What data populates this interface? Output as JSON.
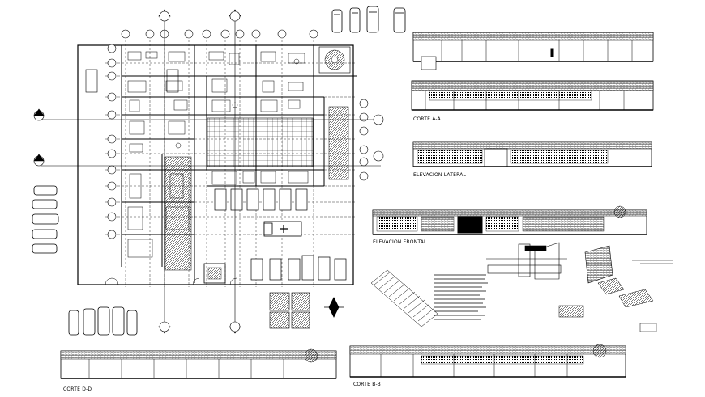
{
  "sheet": {
    "labels": {
      "corte_aa": "CORTE A-A",
      "elevacion_lateral": "ELEVACION LATERAL",
      "elevacion_frontal": "ELEVACION FRONTAL",
      "corte_dd": "CORTE D-D",
      "corte_bb": "CORTE B-B"
    },
    "colors": {
      "ink": "#000000",
      "paper": "#ffffff"
    }
  },
  "plan": {
    "name": "floor-plan",
    "parking_block": "vehicle-parking",
    "ambulance_icon": "ambulance-icon"
  },
  "legend": {
    "north_icon": "north-arrow-icon",
    "note_block": "construction-notes"
  }
}
